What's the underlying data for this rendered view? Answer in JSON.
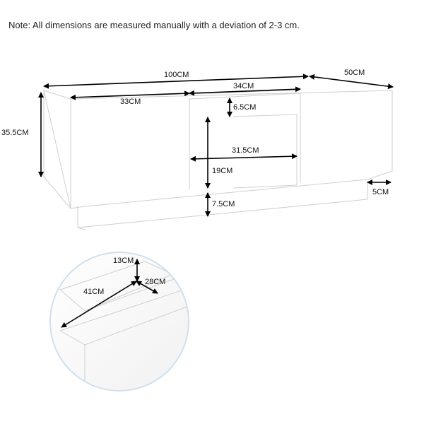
{
  "note": "Note: All dimensions are measured manually with a deviation of 2-3 cm.",
  "dimensions": {
    "length": "100CM",
    "width": "50CM",
    "height": "35.5CM",
    "drawer_width": "33CM",
    "center_width": "34CM",
    "center_top_gap": "6.5CM",
    "center_inner_width": "31.5CM",
    "center_inner_height": "19CM",
    "base_height": "7.5CM",
    "base_inset": "5CM"
  },
  "inset": {
    "height": "13CM",
    "width": "41CM",
    "depth": "28CM"
  },
  "colors": {
    "circle_border": "#cfe0f0",
    "edge": "#cfcfcf",
    "arrow": "#000000"
  }
}
